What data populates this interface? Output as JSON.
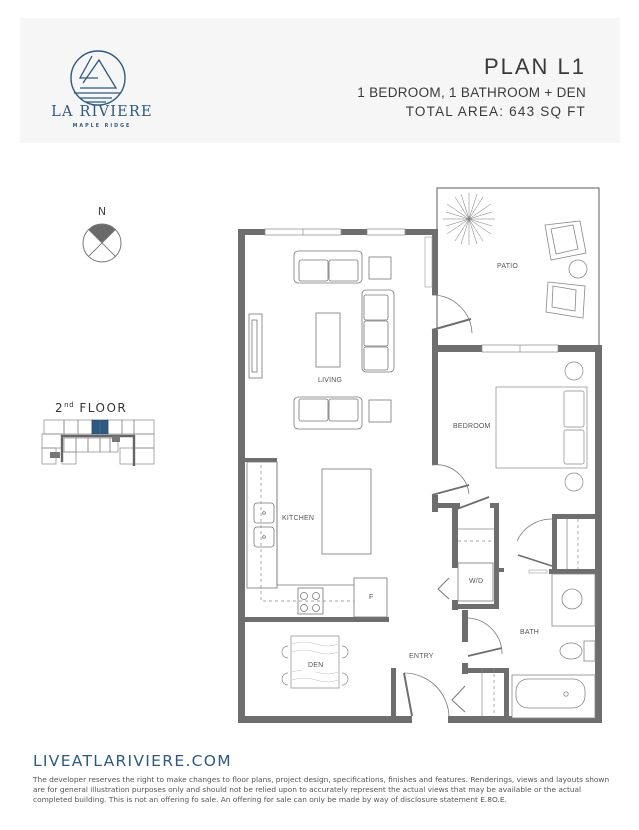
{
  "brand": {
    "name": "LA RIVIERE",
    "location": "MAPLE RIDGE",
    "color": "#2e5a82"
  },
  "plan": {
    "title": "PLAN L1",
    "subtitle": "1 BEDROOM, 1 BATHROOM + DEN",
    "total_area": "TOTAL AREA: 643 SQ FT"
  },
  "compass": {
    "label": "N"
  },
  "key_plan": {
    "floor_number": "2",
    "floor_suffix": "nd",
    "floor_word": "FLOOR",
    "highlight_color": "#2e5a82"
  },
  "rooms": {
    "patio": "PATIO",
    "living": "LIVING",
    "bedroom": "BEDROOM",
    "kitchen": "KITCHEN",
    "wd": "W/D",
    "fridge": "F",
    "bath": "BATH",
    "den": "DEN",
    "entry": "ENTRY"
  },
  "footer": {
    "website": "LIVEATLARIVIERE.COM",
    "disclaimer": "The developer reserves the right to make changes to floor plans, project design, specifications, finishes and features. Renderings, views and layouts shown are for general illustration purposes only and should not be relied upon to accurately represent the actual views that may be available or the actual completed building. This is not an offering fo sale. An offering for sale can only be made by way of disclosure statement E.8O.E."
  },
  "colors": {
    "wall": "#6e6e6e",
    "header_bg": "#f6f6f6",
    "text_dark": "#3a3a3a"
  }
}
